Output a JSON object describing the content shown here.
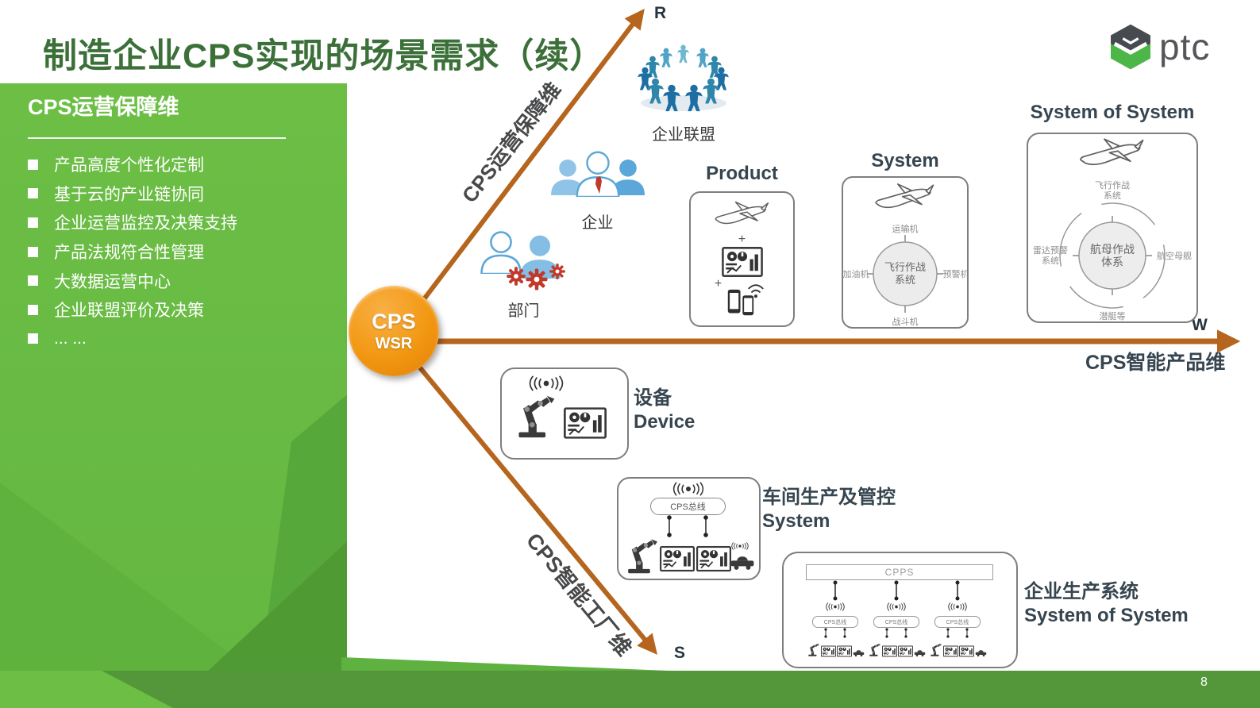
{
  "slide": {
    "title": "制造企业CPS实现的场景需求（续）",
    "page_number": "8",
    "brand": "ptc"
  },
  "sidebar": {
    "heading": "CPS运营保障维",
    "items": [
      {
        "label": "产品高度个性化定制"
      },
      {
        "label": "基于云的产业链协同"
      },
      {
        "label": "企业运营监控及决策支持"
      },
      {
        "label": "产品法规符合性管理"
      },
      {
        "label": "大数据运营中心"
      },
      {
        "label": "企业联盟评价及决策"
      },
      {
        "label": "... ..."
      }
    ]
  },
  "hub": {
    "line1": "CPS",
    "line2": "WSR"
  },
  "axes": {
    "up": {
      "name": "CPS运营保障维",
      "end": "R"
    },
    "right": {
      "name": "CPS智能产品维",
      "end": "W"
    },
    "down": {
      "name": "CPS智能工厂维",
      "end": "S"
    }
  },
  "operation_levels": {
    "department": "部门",
    "enterprise": "企业",
    "alliance": "企业联盟"
  },
  "product_axis": {
    "product": {
      "title": "Product",
      "plus": "+"
    },
    "system": {
      "title": "System",
      "top": "运输机",
      "left": "加油机",
      "right": "预警机",
      "bottom": "战斗机",
      "center_line1": "飞行作战",
      "center_line2": "系统"
    },
    "system_of_system": {
      "title": "System of System",
      "top_line1": "飞行作战",
      "top_line2": "系统",
      "center_line1": "航母作战",
      "center_line2": "体系",
      "left_line1": "雷达预警",
      "left_line2": "系统",
      "right": "航空母舰",
      "bottom": "潜艇等"
    }
  },
  "factory_axis": {
    "device": {
      "label_cn": "设备",
      "label_en": "Device"
    },
    "workshop": {
      "label_cn": "车间生产及管控",
      "label_en": "System",
      "bus": "CPS总线"
    },
    "enterprise": {
      "label_cn": "企业生产系统",
      "label_en": "System of System",
      "bus": "CPPS",
      "cluster_bus": "CPS总线"
    }
  },
  "colors": {
    "sidebar_green": "#6CBE45",
    "title_green": "#3C7039",
    "axis_brown": "#B5651D",
    "hub_orange": "#F29711",
    "label_dark": "#36454F",
    "ptc_green": "#4CB748",
    "bottom_bar_green": "#53973A"
  }
}
